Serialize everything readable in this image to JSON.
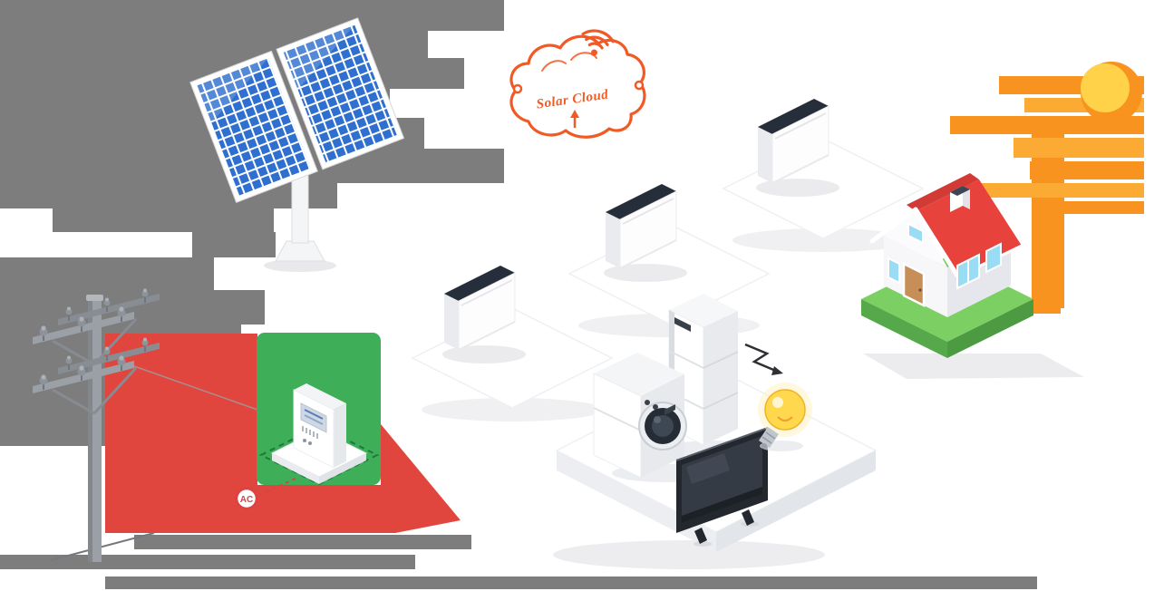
{
  "labels": {
    "solar_cloud": "Solar Cloud",
    "ac_badge": "AC"
  },
  "colors": {
    "accent_orange": "#f15a24",
    "stripe_orange": "#f7931e",
    "stripe_orange_light": "#fbaa33",
    "flow_red": "#e0463d",
    "meter_panel_green": "#3fae58",
    "panel_cell_blue": "#2f6fd0",
    "sun_core_yellow": "#ffd24a",
    "sun_rim_orange": "#f7931e",
    "roof_red": "#e8423c",
    "lawn_green": "#7ccf63",
    "decor_gray": "#7d7d7d",
    "inverter_top_navy": "#262d3b",
    "bulb_yellow": "#ffd84d",
    "window_blue": "#9adcf4"
  },
  "components": [
    "sun",
    "solar-panel",
    "solar-cloud",
    "wifi-signal",
    "utility-pole",
    "smart-meter",
    "ac-badge",
    "inverter",
    "inverter",
    "inverter",
    "battery-storage",
    "washing-machine",
    "television",
    "light-bulb",
    "house",
    "energy-flow-red",
    "energy-flow-orange"
  ]
}
